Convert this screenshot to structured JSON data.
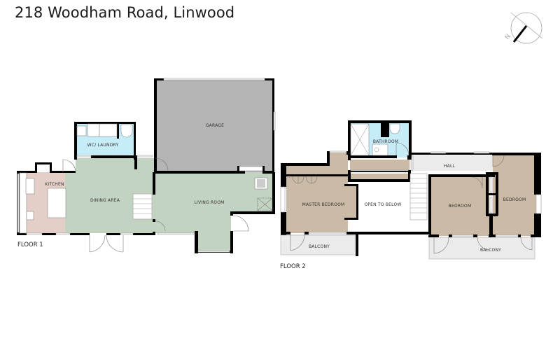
{
  "title": "218 Woodham Road, Linwood",
  "compass": {
    "icon": "compass-north-icon",
    "label": "N"
  },
  "colors": {
    "kitchen": "#e3cfc7",
    "dining": "#c3d3c1",
    "living": "#c3d3c1",
    "garage": "#b4b4b4",
    "laundry": "#c6ecf7",
    "bathroom": "#c6ecf7",
    "bedroom": "#cbbba6",
    "balcony": "#ebebeb",
    "hall": "#ebebeb",
    "wall": "#000000"
  },
  "floor1": {
    "label": "FLOOR 1",
    "rooms": {
      "kitchen": "KITCHEN",
      "dining": "DINING AREA",
      "laundry": "WC/ LAUNDRY",
      "garage": "GARAGE",
      "living": "LIVING ROOM"
    }
  },
  "floor2": {
    "label": "FLOOR 2",
    "rooms": {
      "bathroom": "BATHROOM",
      "hall": "HALL",
      "master": "MASTER BEDROOM",
      "open": "OPEN TO BELOW",
      "bedroom1": "BEDROOM",
      "bedroom2": "BEDROOM",
      "balcony_left": "BALCONY",
      "balcony_right": "BALCONY"
    }
  }
}
